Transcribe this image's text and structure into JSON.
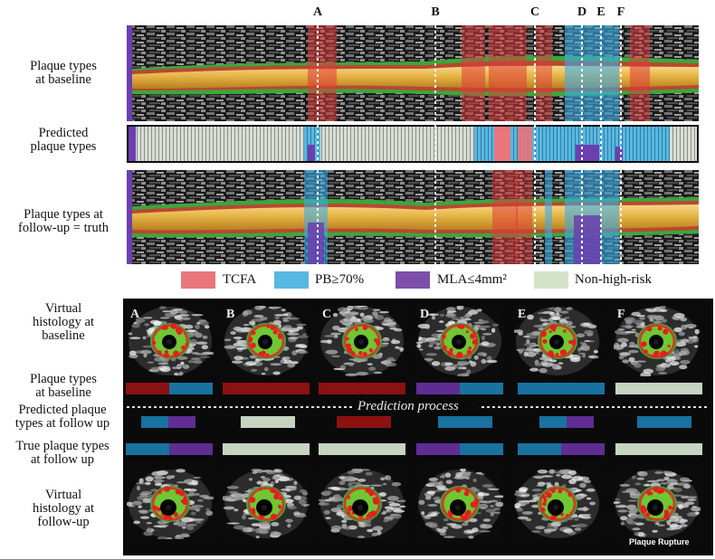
{
  "markers": [
    "A",
    "B",
    "C",
    "D",
    "E",
    "F"
  ],
  "top_labels": {
    "baseline": [
      "Plaque types",
      "at baseline"
    ],
    "predicted": [
      "Predicted",
      "plaque types"
    ],
    "followup": [
      "Plaque types at",
      "follow-up = truth"
    ]
  },
  "legend": {
    "tcfa": {
      "label": "TCFA",
      "color": "#e8767a"
    },
    "pb": {
      "label": "PB≥70%",
      "color": "#58b7e0"
    },
    "mla": {
      "label": "MLA≤4mm²",
      "color": "#7d4fa8"
    },
    "nonhigh": {
      "label": "Non-high-risk",
      "color": "#d4e2c8"
    }
  },
  "bottom_labels": {
    "vh_baseline": [
      "Virtual",
      "histology at",
      "baseline"
    ],
    "pt_baseline": [
      "Plaque types",
      "at baseline"
    ],
    "pred_followup": [
      "Predicted plaque",
      "types at follow up"
    ],
    "true_followup": [
      "True plaque types",
      "at follow up"
    ],
    "vh_followup": [
      "Virtual",
      "histology at",
      "follow-up"
    ]
  },
  "prediction_process": "Prediction process",
  "plaque_rupture": "Plaque Rupture",
  "colors": {
    "tcfa_dark": "#8c1111",
    "pb_dark": "#19729f",
    "mla_dark": "#5f2d93",
    "nonhigh_light": "#c6d4c2"
  },
  "plaque_type_bars": {
    "baseline": [
      [
        "TCFA",
        "PB"
      ],
      [
        "TCFA"
      ],
      [
        "TCFA"
      ],
      [
        "MLA",
        "PB"
      ],
      [
        "PB"
      ],
      [
        "Non-high-risk"
      ]
    ],
    "predicted": [
      [
        "PB",
        "MLA"
      ],
      [
        "Non-high-risk"
      ],
      [
        "TCFA"
      ],
      [
        "PB"
      ],
      [
        "PB",
        "MLA"
      ],
      [
        "PB"
      ]
    ],
    "truth": [
      [
        "PB",
        "MLA"
      ],
      [
        "Non-high-risk"
      ],
      [
        "Non-high-risk"
      ],
      [
        "MLA",
        "PB"
      ],
      [
        "PB",
        "MLA"
      ],
      [
        "Non-high-risk"
      ]
    ]
  }
}
